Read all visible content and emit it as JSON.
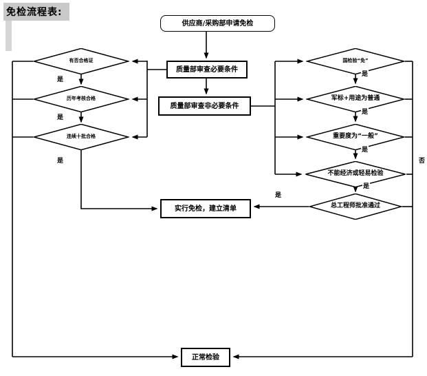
{
  "title": "免检流程表:",
  "nodes": {
    "start": "供应商/采购部申请免检",
    "review_necessary": "质量部审查必要条件",
    "review_non_necessary": "质量部审查非必要条件",
    "left_d1": "有否合格证",
    "left_d2": "历年考核合格",
    "left_d3": "连续十批合格",
    "right_d1": "国检验“免”",
    "right_d2": "军标+用途为普通",
    "right_d3": "重要度为“一般”",
    "right_d4": "不能经济或轻易检验",
    "right_d5": "总工程师批准通过",
    "implement": "实行免检，建立清单",
    "normal": "正常检验"
  },
  "labels": {
    "yes": "是",
    "no": "否"
  },
  "colors": {
    "line": "#000000",
    "title_highlight": "#c9c9c9",
    "background": "#ffffff"
  }
}
